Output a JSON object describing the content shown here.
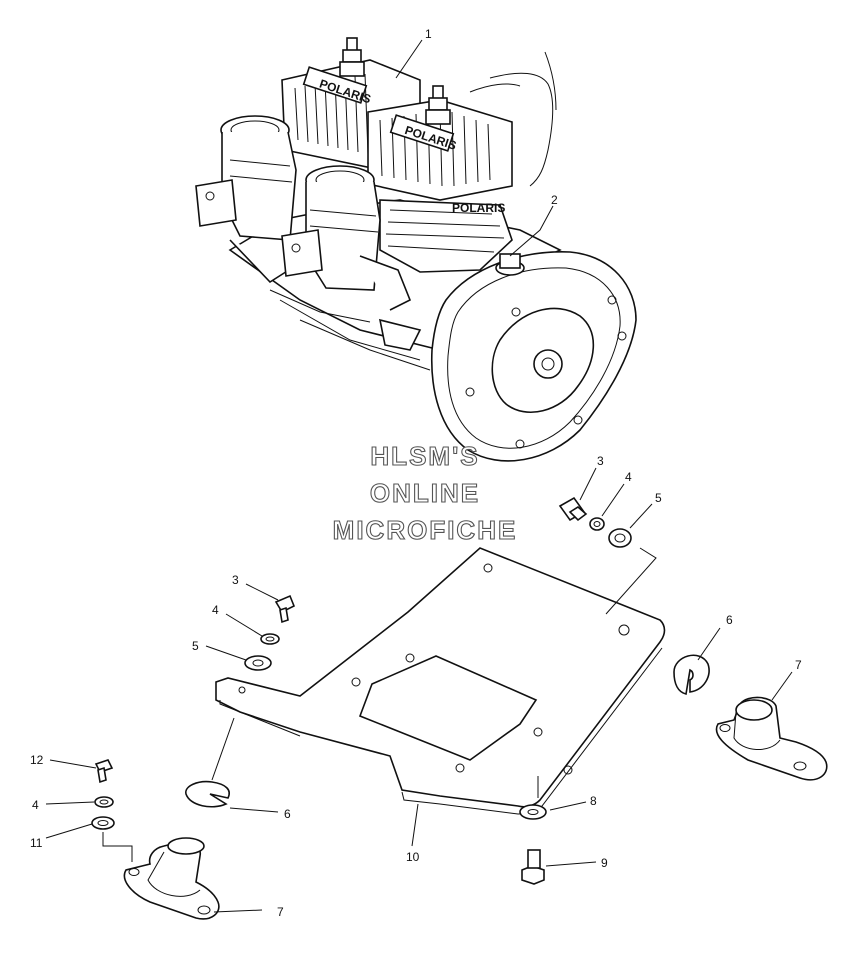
{
  "watermark": {
    "line1": "HLSM'S",
    "line2": "ONLINE",
    "line3": "MICROFICHE"
  },
  "engine_labels": {
    "brand_left": "POLARIS",
    "brand_right": "POLARIS",
    "brand_crank": "POLARIS"
  },
  "callouts": {
    "c1": "1",
    "c2": "2",
    "c3a": "3",
    "c4a": "4",
    "c5a": "5",
    "c3b": "3",
    "c4b": "4",
    "c5b": "5",
    "c6a": "6",
    "c7a": "7",
    "c12": "12",
    "c4c": "4",
    "c11": "11",
    "c6b": "6",
    "c10": "10",
    "c8": "8",
    "c9": "9",
    "c7b": "7"
  }
}
